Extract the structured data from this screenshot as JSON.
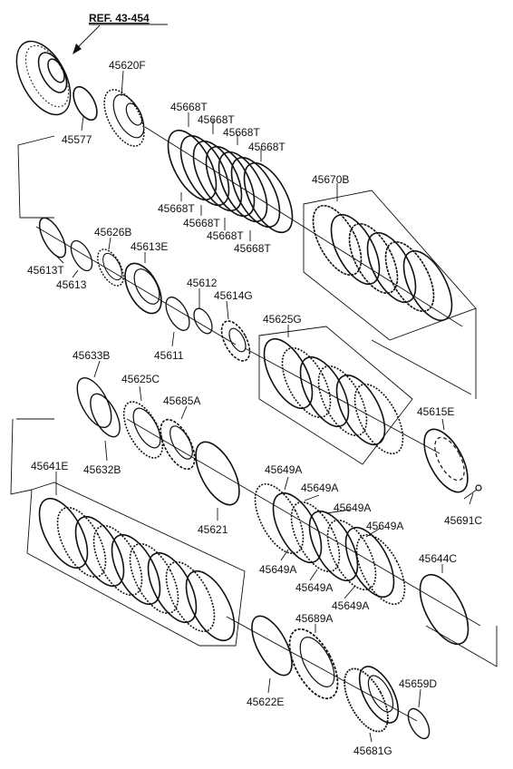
{
  "reference": "REF. 43-454",
  "labels": {
    "p45620F": "45620F",
    "p45577": "45577",
    "p45668T_a": "45668T",
    "p45668T_b": "45668T",
    "p45668T_c": "45668T",
    "p45668T_d": "45668T",
    "p45668T_e": "45668T",
    "p45668T_f": "45668T",
    "p45668T_g": "45668T",
    "p45668T_h": "45668T",
    "p45670B": "45670B",
    "p45626B": "45626B",
    "p45613E": "45613E",
    "p45613T": "45613T",
    "p45613": "45613",
    "p45612": "45612",
    "p45614G": "45614G",
    "p45611": "45611",
    "p45625G": "45625G",
    "p45633B": "45633B",
    "p45625C": "45625C",
    "p45685A": "45685A",
    "p45632B": "45632B",
    "p45615E": "45615E",
    "p45641E": "45641E",
    "p45649A_a": "45649A",
    "p45649A_b": "45649A",
    "p45649A_c": "45649A",
    "p45649A_d": "45649A",
    "p45649A_e": "45649A",
    "p45649A_f": "45649A",
    "p45649A_g": "45649A",
    "p45621": "45621",
    "p45691C": "45691C",
    "p45644C": "45644C",
    "p45689A": "45689A",
    "p45659D": "45659D",
    "p45622E": "45622E",
    "p45681G": "45681G"
  }
}
